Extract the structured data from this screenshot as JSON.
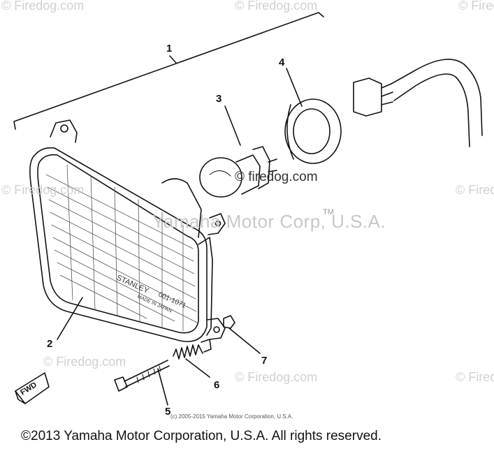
{
  "callouts": [
    {
      "id": "1",
      "label": "1"
    },
    {
      "id": "2",
      "label": "2"
    },
    {
      "id": "3",
      "label": "3"
    },
    {
      "id": "4",
      "label": "4"
    },
    {
      "id": "5",
      "label": "5"
    },
    {
      "id": "6",
      "label": "6"
    },
    {
      "id": "7",
      "label": "7"
    }
  ],
  "lens_text": {
    "line1": "STANLEY",
    "line2": "001-1071",
    "line3": "MADE IN JAPAN"
  },
  "fwd_label": "FWD",
  "watermark": {
    "site": "© Firedog.com",
    "site_center": "© firedog.com",
    "brand_overlay": "Yamaha Motor Corp, U.S.A.",
    "tm": "TM",
    "small_credit": "(c) 2005-2015 Yamaha Motor Corporation, U.S.A."
  },
  "copyright": "©2013 Yamaha Motor Corporation, U.S.A. All rights reserved.",
  "colors": {
    "line": "#111111",
    "watermark": "#d0d0d0",
    "background": "#ffffff"
  }
}
